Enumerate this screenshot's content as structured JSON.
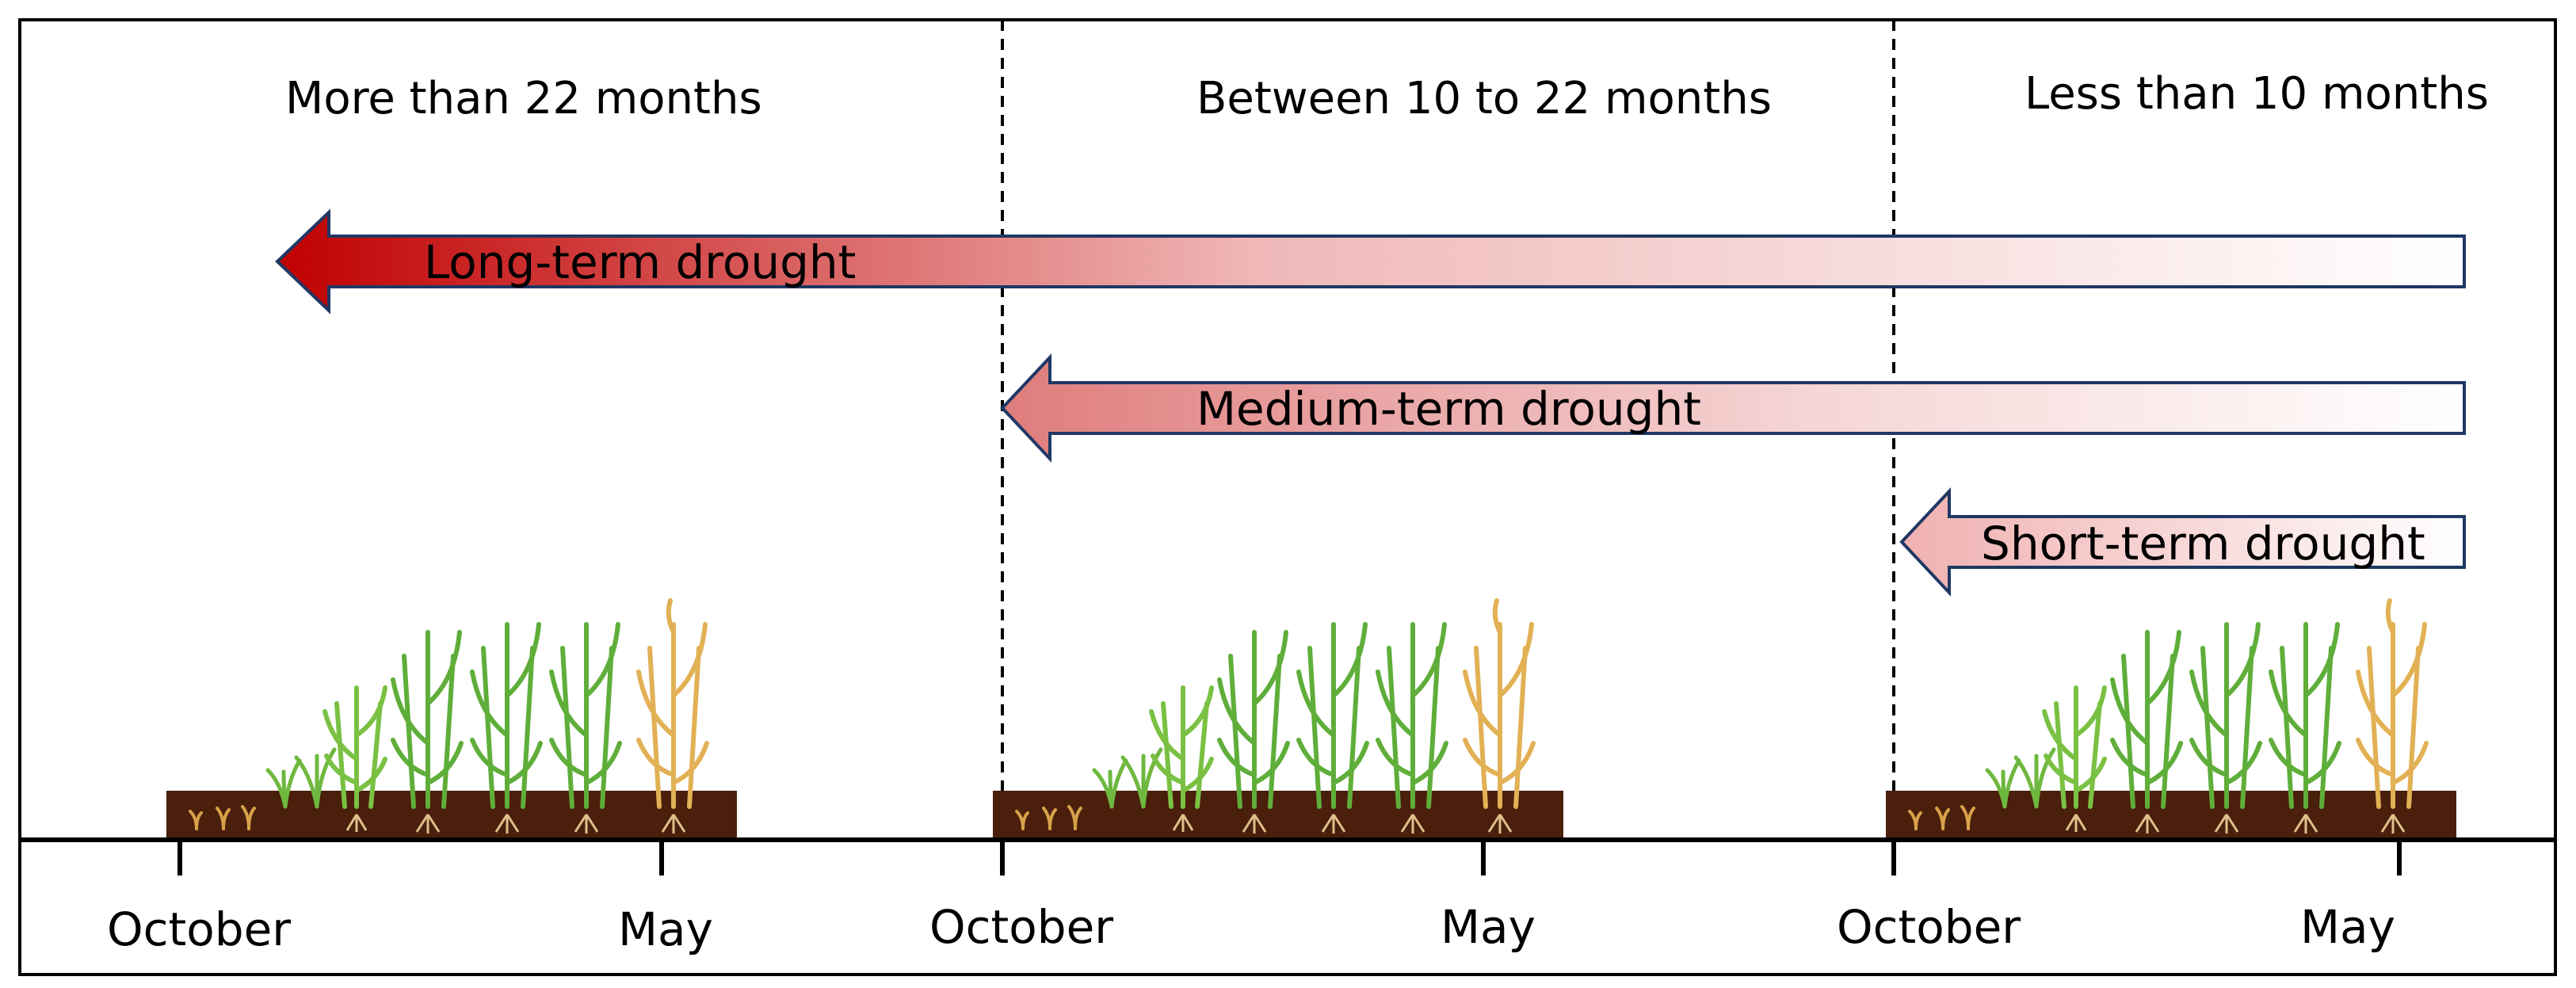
{
  "periods": [
    {
      "label": "More than 22 months"
    },
    {
      "label": "Between 10 to 22 months"
    },
    {
      "label": "Less than 10 months"
    }
  ],
  "arrows": [
    {
      "label": "Long-term drought",
      "span_months": "more than 22"
    },
    {
      "label": "Medium-term drought",
      "span_months": "10 to 22"
    },
    {
      "label": "Short-term drought",
      "span_months": "less than 10"
    }
  ],
  "timeline": {
    "ticks": [
      {
        "label": "October"
      },
      {
        "label": "May"
      },
      {
        "label": "October"
      },
      {
        "label": "May"
      },
      {
        "label": "October"
      },
      {
        "label": "May"
      }
    ]
  },
  "colors": {
    "arrow_strong": "#c00000",
    "arrow_outline": "#1f3864",
    "soil": "#4a1f0c",
    "plant_green": "#6fb83f",
    "plant_dry": "#e2b155",
    "frame": "#000000"
  },
  "icons": {
    "crop_growth": "wheat-growth-cycle-icon"
  }
}
